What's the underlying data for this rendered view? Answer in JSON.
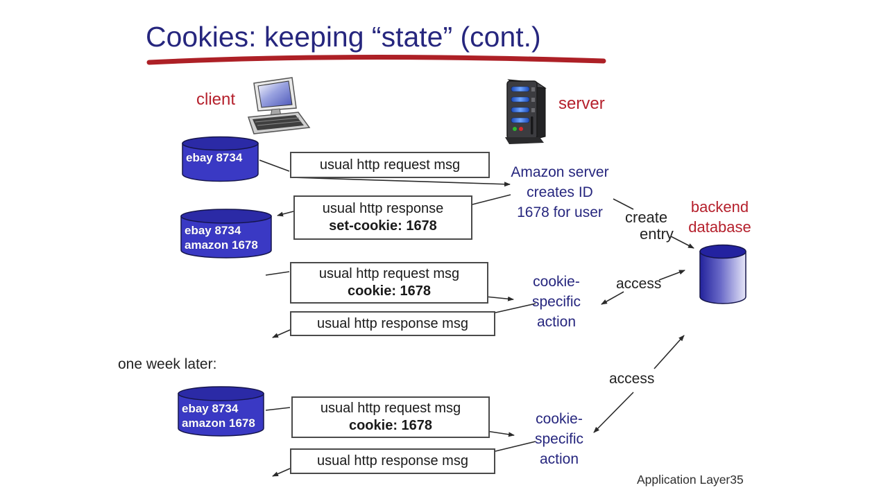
{
  "slide": {
    "title": "Cookies: keeping “state” (cont.)",
    "footer": "Application Layer35"
  },
  "labels": {
    "client": "client",
    "server": "server",
    "backend_database": "backend\ndatabase",
    "one_week_later": "one week later:",
    "amazon_note": "Amazon server\ncreates ID\n1678 for user",
    "create_entry_line1": "create",
    "create_entry_line2": "entry",
    "access_top": "access",
    "access_bottom": "access",
    "cookie_action_top": "cookie-\nspecific\naction",
    "cookie_action_bottom": "cookie-\nspecific\naction"
  },
  "cookie_files": [
    {
      "text": "ebay 8734"
    },
    {
      "text": "ebay 8734\namazon 1678"
    },
    {
      "text": "ebay 8734\namazon 1678"
    }
  ],
  "messages": [
    {
      "line1": "usual http request msg",
      "line2": ""
    },
    {
      "line1": "usual http response",
      "line2": "set-cookie: 1678"
    },
    {
      "line1": "usual http request msg",
      "line2": "cookie: 1678"
    },
    {
      "line1": "usual http response msg",
      "line2": ""
    },
    {
      "line1": "usual http request msg",
      "line2": "cookie: 1678"
    },
    {
      "line1": "usual http response msg",
      "line2": ""
    }
  ],
  "colors": {
    "title_blue": "#26267E",
    "accent_red": "#B5202C",
    "cylinder_blue": "#3A39C4",
    "line_black": "#2A2A2A"
  }
}
